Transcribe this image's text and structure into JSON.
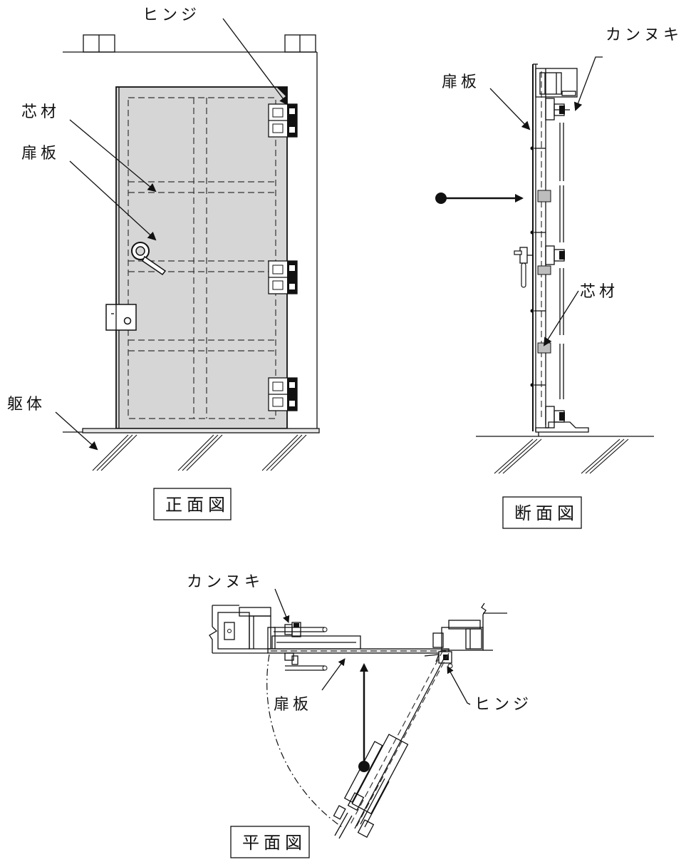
{
  "labels": {
    "front": {
      "hinge": "ヒンジ",
      "core": "芯材",
      "door_panel": "扉板",
      "body": "躯体",
      "caption": "正面図"
    },
    "section": {
      "door_panel": "扉板",
      "bolt": "カンヌキ",
      "core": "芯材",
      "caption": "断面図"
    },
    "plan": {
      "bolt": "カンヌキ",
      "door_panel": "扉板",
      "hinge": "ヒンジ",
      "caption": "平面図"
    }
  },
  "colors": {
    "door_fill": "#d6d6d6",
    "line": "#111111",
    "core_fill": "#bdbdbd"
  }
}
